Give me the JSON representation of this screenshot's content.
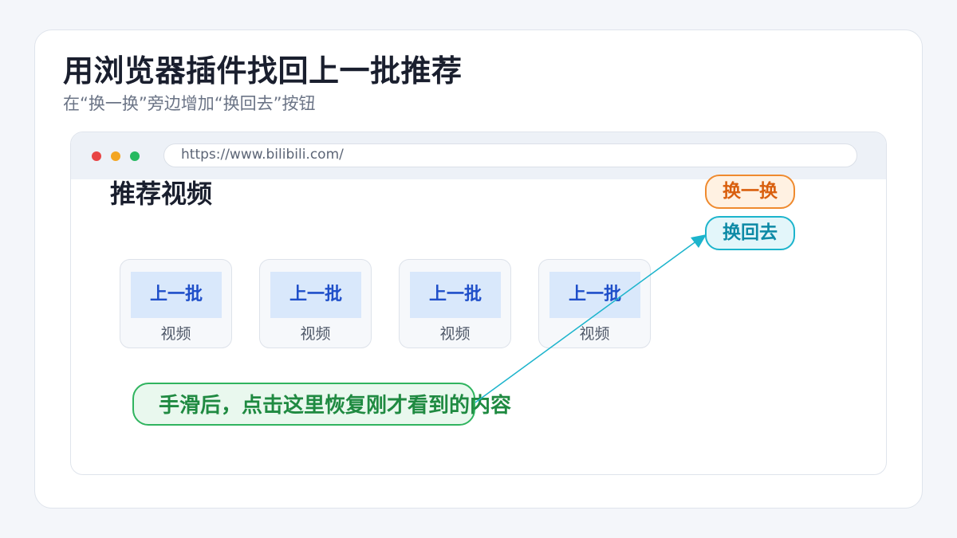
{
  "header": {
    "title": "用浏览器插件找回上一批推荐",
    "subtitle": "在“换一换”旁边增加“换回去”按钮"
  },
  "browser": {
    "url": "https://www.bilibili.com/",
    "section_title": "推荐视频",
    "video_tiles": [
      {
        "thumb_label": "上一批",
        "caption": "视频"
      },
      {
        "thumb_label": "上一批",
        "caption": "视频"
      },
      {
        "thumb_label": "上一批",
        "caption": "视频"
      },
      {
        "thumb_label": "上一批",
        "caption": "视频"
      }
    ],
    "refresh_button": "换一换",
    "back_button": "换回去"
  },
  "callout": {
    "text": "手滑后，点击这里恢复刚才看到的内容"
  },
  "colors": {
    "refresh_accent": "#ef8a2e",
    "back_accent": "#1cb4cc",
    "callout_accent": "#30b45f",
    "thumb_fill": "#d9e8fb"
  }
}
